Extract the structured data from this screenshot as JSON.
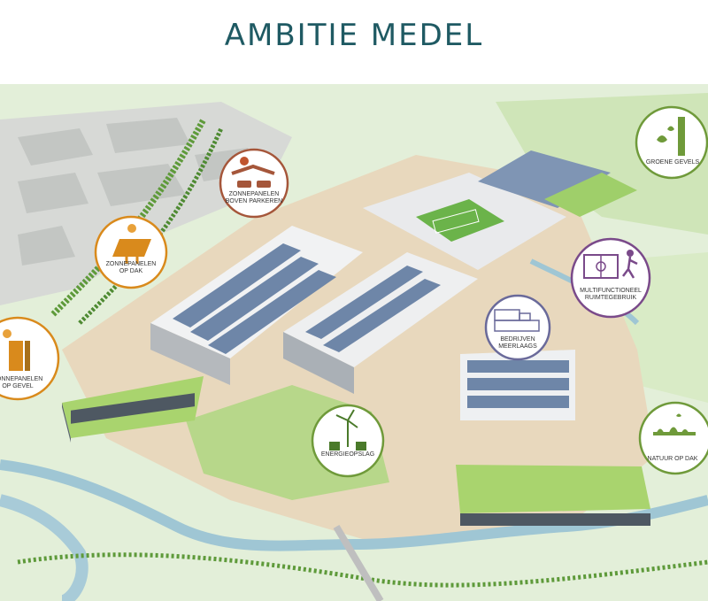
{
  "title": "AMBITIE MEDEL",
  "colors": {
    "title": "#1f5a63",
    "solar_ring": "#d98a1c",
    "parking_ring": "#a5563a",
    "green_ring": "#6f9a3a",
    "business_ring": "#6a6a9a",
    "multi_ring": "#7a4a8a"
  },
  "callouts": {
    "zonnepanelen_parkeren": {
      "line1": "ZONNEPANELEN",
      "line2": "BOVEN PARKEREN",
      "icon": "carport-solar-icon"
    },
    "zonnepanelen_dak": {
      "line1": "ZONNEPANELEN",
      "line2": "OP DAK",
      "icon": "roof-solar-panel-icon"
    },
    "zonnepanelen_gevel": {
      "line1": "ZONNEPANELEN",
      "line2": "OP GEVEL",
      "icon": "facade-solar-icon"
    },
    "groene_gevels": {
      "line1": "GROENE GEVELS",
      "icon": "green-facade-icon"
    },
    "multifunctioneel": {
      "line1": "MULTIFUNCTIONEEL",
      "line2": "RUIMTEGEBRUIK",
      "icon": "sports-field-icon"
    },
    "bedrijven": {
      "line1": "BEDRIJVEN",
      "line2": "MEERLAAGS",
      "icon": "stacked-buildings-icon"
    },
    "energieopslag": {
      "line1": "ENERGIEOPSLAG",
      "icon": "wind-battery-icon"
    },
    "natuur_dak": {
      "line1": "NATUUR OP DAK",
      "icon": "nature-roof-icon"
    }
  }
}
